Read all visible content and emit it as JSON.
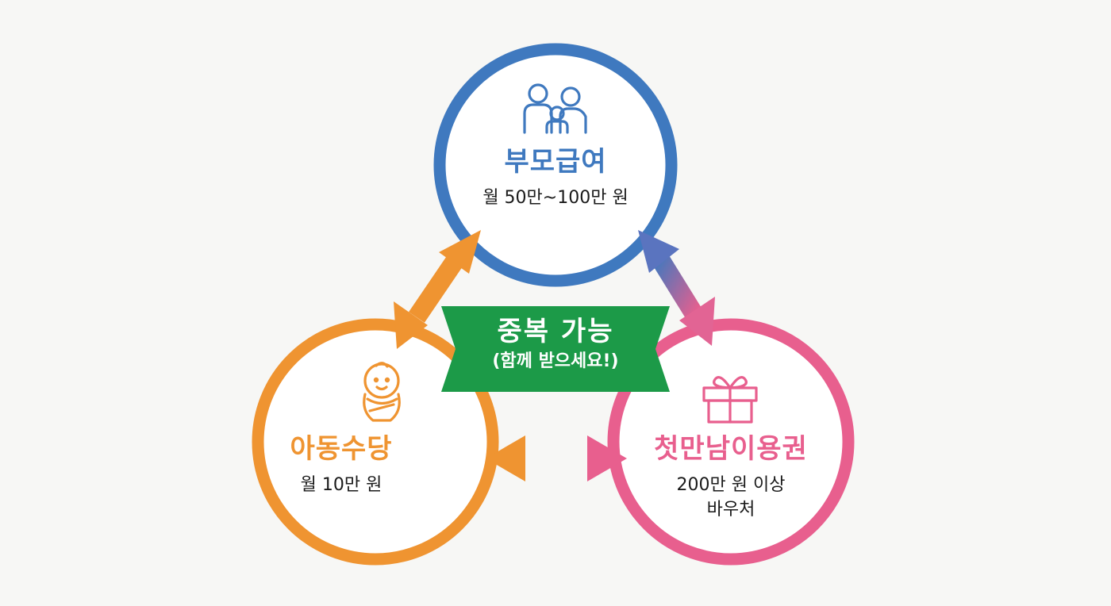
{
  "nodes": {
    "parent_benefit": {
      "title": "부모급여",
      "subtitle": "월 50만~100만 원",
      "color": "#3f79bf",
      "icon": "family-icon"
    },
    "child_allowance": {
      "title": "아동수당",
      "subtitle": "월 10만 원",
      "color": "#ef9431",
      "icon": "baby-icon"
    },
    "first_meeting_voucher": {
      "title": "첫만남이용권",
      "subtitle_line1": "200만 원 이상",
      "subtitle_line2": "바우처",
      "color": "#e85f8e",
      "icon": "gift-icon"
    }
  },
  "banner": {
    "title": "중복 가능",
    "subtitle": "(함께 받으세요!)",
    "color": "#1c9a48"
  }
}
